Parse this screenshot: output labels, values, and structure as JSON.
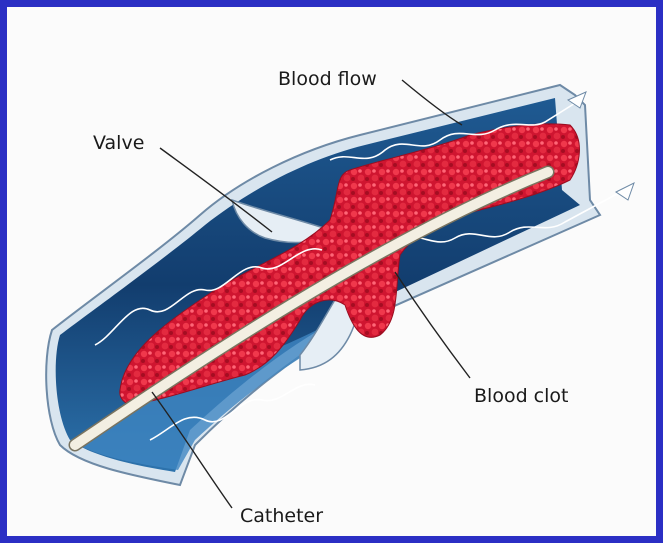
{
  "labels": {
    "blood_flow": "Blood flow",
    "valve": "Valve",
    "blood_clot": "Blood clot",
    "catheter": "Catheter"
  },
  "colors": {
    "border": "#2b2fc4",
    "background": "#fbfbfb",
    "vessel_dark": "#123d6e",
    "vessel_mid": "#2c6ea8",
    "vessel_wall": "#c9d8e6",
    "clot": "#c8102e",
    "catheter": "#f3efe2"
  }
}
